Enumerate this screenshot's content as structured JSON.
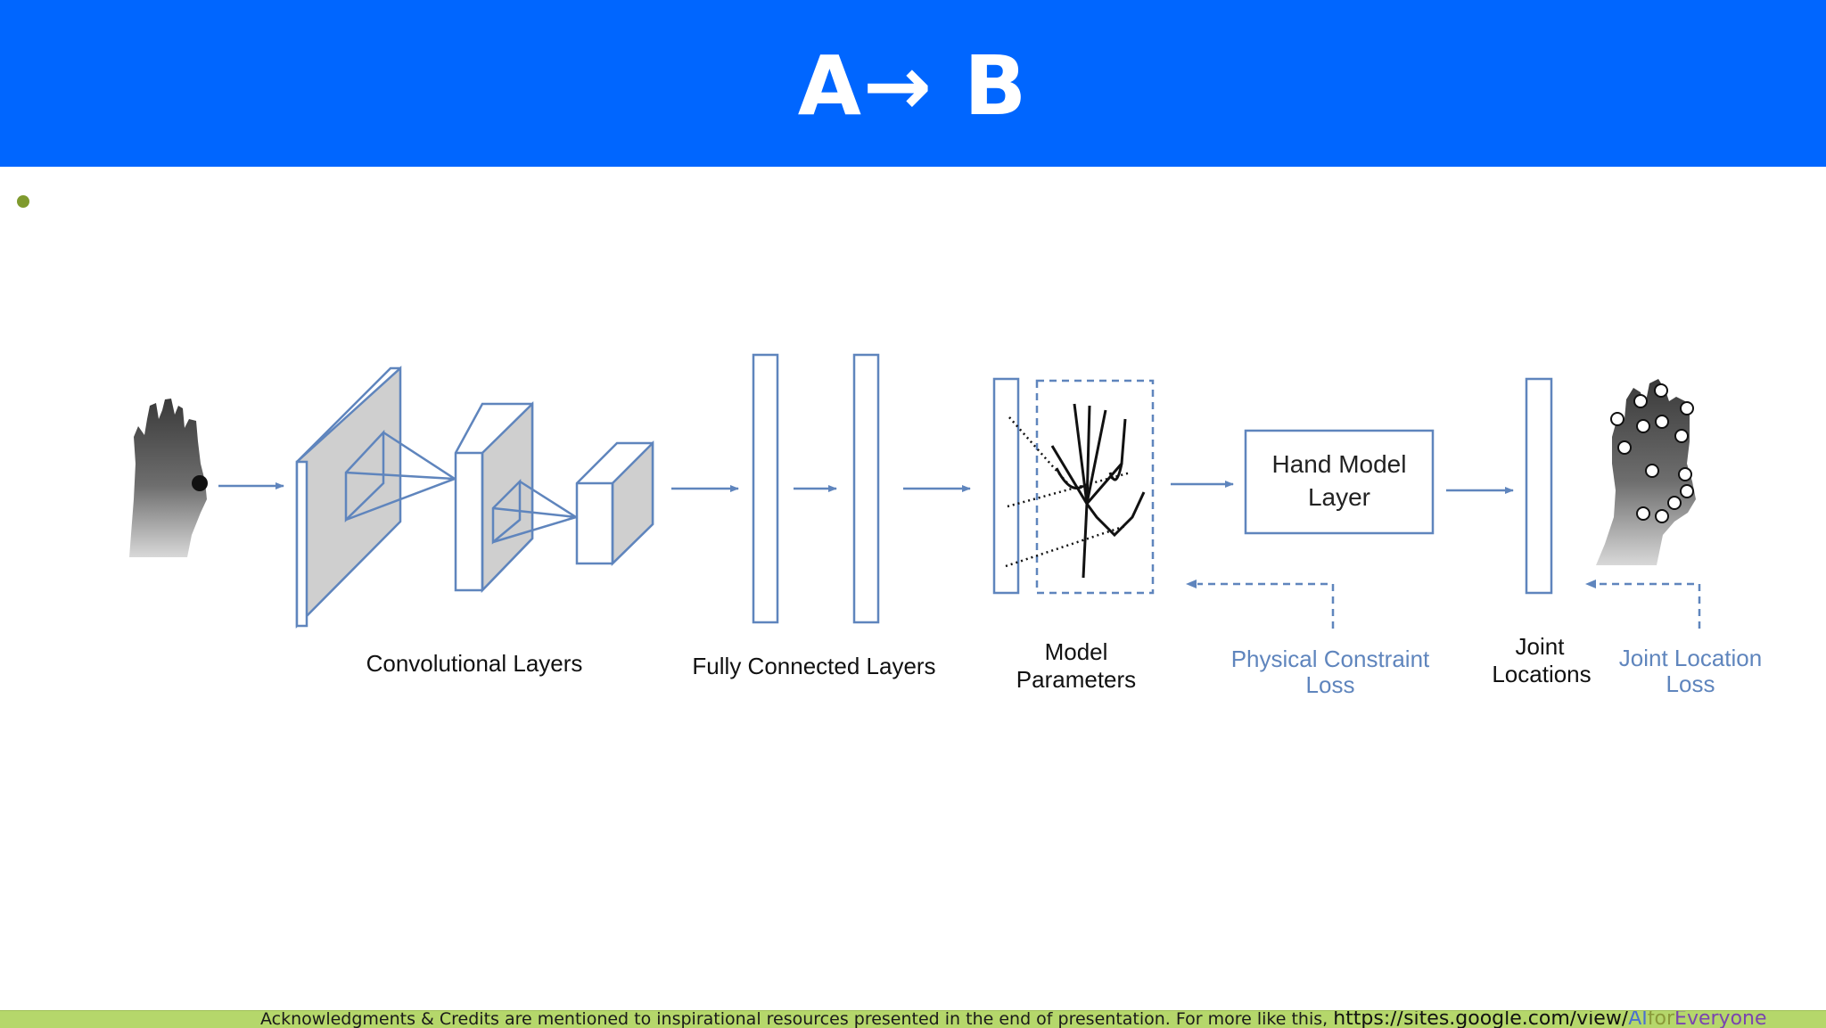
{
  "slide": {
    "title": "A→ B",
    "colors": {
      "header_bg": "#0066ff",
      "footer_bg": "#b5d76b",
      "diagram_blue": "#5f85bd"
    }
  },
  "diagram": {
    "labels": {
      "conv": "Convolutional Layers",
      "fc": "Fully Connected Layers",
      "model_params_1": "Model",
      "model_params_2": "Parameters",
      "phys_loss_1": "Physical Constraint",
      "phys_loss_2": "Loss",
      "joint_loc_1": "Joint",
      "joint_loc_2": "Locations",
      "joint_loss_1": "Joint Location",
      "joint_loss_2": "Loss"
    },
    "hand_model_box": {
      "line1": "Hand Model",
      "line2": "Layer"
    },
    "images": {
      "input": "depth-hand-input",
      "output": "depth-hand-with-joints"
    }
  },
  "footer": {
    "text": "Acknowledgments & Credits are mentioned to inspirational resources presented in the end of presentation.  For more like this, ",
    "url_prefix": "https://sites.google.com/view/",
    "url_ai": "AI",
    "url_for": "for",
    "url_everyone": "Everyone"
  }
}
